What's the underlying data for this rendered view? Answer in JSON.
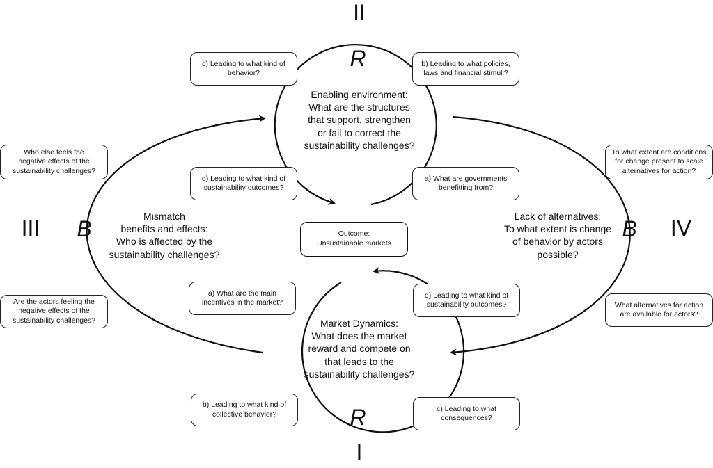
{
  "roman": {
    "top": "II",
    "bottom": "I",
    "left": "III",
    "right": "IV"
  },
  "loops": {
    "top": "R",
    "bottom": "R",
    "left": "B",
    "right": "B"
  },
  "enabling_environment": "Enabling environment:\nWhat are the structures\nthat support, strengthen\nor fail to correct the\nsustainability challenges?",
  "market_dynamics": "Market Dynamics:\nWhat does the market\nreward and compete on\nthat leads to the\nsustainability challenges?",
  "mismatch": "Mismatch\nbenefits and effects:\nWho is affected by the\nsustainability challenges?",
  "lack_of_alternatives": "Lack of alternatives:\nTo what extent is change\nof behavior by actors\npossible?",
  "outcome": "Outcome:\nUnsustainable markets",
  "boxes": {
    "top_c": "c) Leading to what kind of\nbehavior?",
    "top_b": "b) Leading to what policies,\nlaws and financial stimuli?",
    "top_d": "d) Leading to what kind of\nsustainability outcomes?",
    "top_a": "a) What are governments\nbenefitting from?",
    "left_top": "Who else feels the\nnegative effects of the\nsustainability challenges?",
    "left_bottom": "Are the actors feeling the\nnegative effects of the\nsustainability challenges?",
    "right_top": "To what extent are conditions\nfor change present to scale\nalternatives for action?",
    "right_bottom": "What alternatives for action\nare available for actors?",
    "bottom_a": "a) What are the main\nincentives in the market?",
    "bottom_d": "d) Leading to what kind of\nsustainability outcomes?",
    "bottom_b": "b) Leading to what kind of\ncollective behavior?",
    "bottom_c": "c) Leading to what\nconsequences?"
  }
}
